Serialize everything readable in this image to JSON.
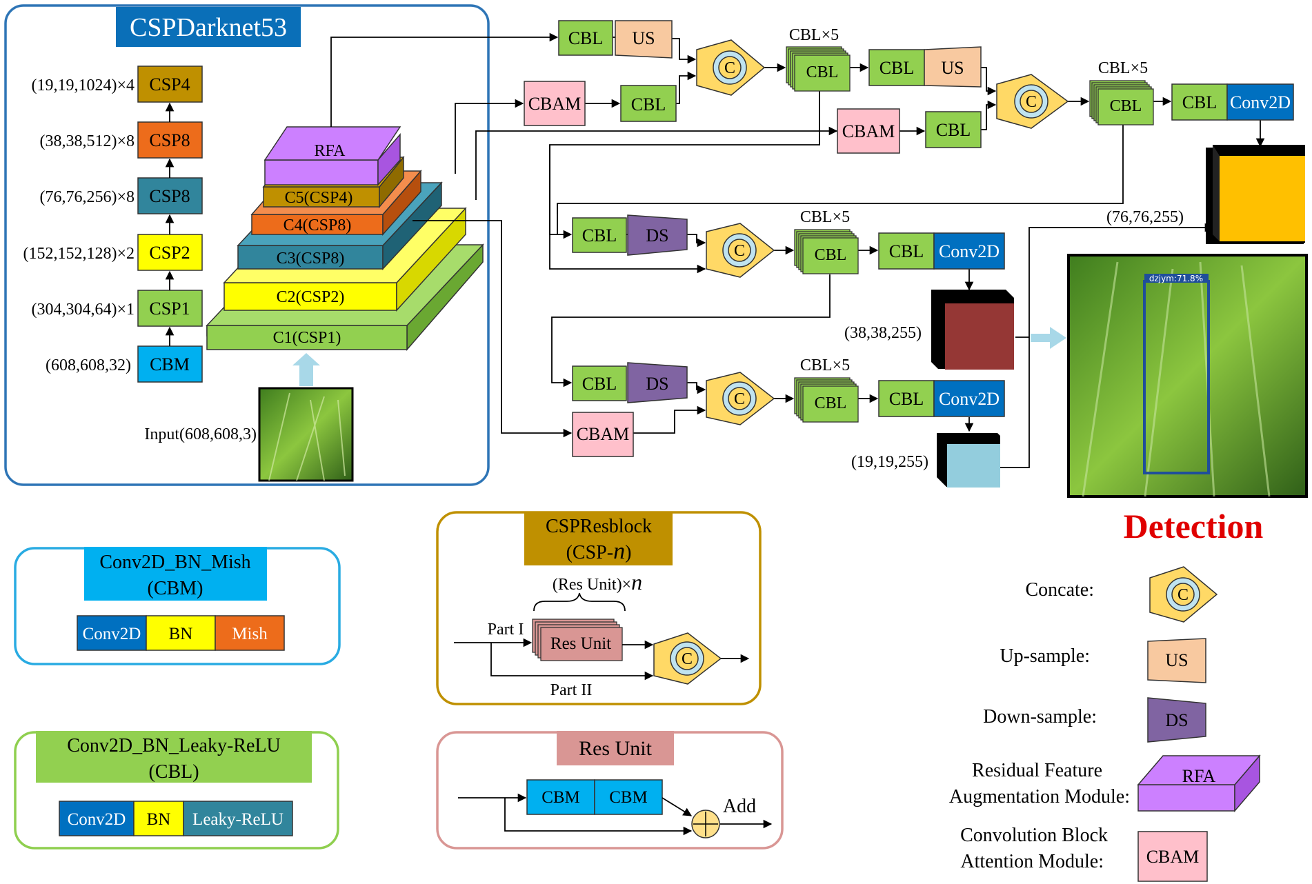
{
  "colors": {
    "cbl": "#92d050",
    "us": "#f8c9a0",
    "cbam": "#ffc0cb",
    "ds": "#8064a2",
    "conv2d": "#0070c0",
    "concat": "#ffd966",
    "concat_inner": "#bfe3f0",
    "csp4": "#bf9000",
    "csp8": "#ed6c1b",
    "csp8b": "#31859c",
    "csp2": "#ffff00",
    "cbm": "#00b0f0",
    "rfa": "#cc80ff",
    "resunit": "#d99694",
    "frame_blue": "#2e75b6",
    "frame_cbm": "#29abe2",
    "frame_cbl": "#8fcf4f",
    "frame_csp": "#bf9000",
    "frame_res": "#d99694",
    "cube76": "#ffc000",
    "cube38": "#953735",
    "cube19": "#93cddd",
    "detect_box": "#1f4e9a",
    "detection_red": "#e00000"
  },
  "backbone": {
    "title": "CSPDarknet53",
    "stack": [
      {
        "id": "csp4",
        "label": "CSP4",
        "dim": "(19,19,1024)×4"
      },
      {
        "id": "csp8a",
        "label": "CSP8",
        "dim": "(38,38,512)×8"
      },
      {
        "id": "csp8b",
        "label": "CSP8",
        "dim": "(76,76,256)×8"
      },
      {
        "id": "csp2",
        "label": "CSP2",
        "dim": "(152,152,128)×2"
      },
      {
        "id": "csp1",
        "label": "CSP1",
        "dim": "(304,304,64)×1"
      },
      {
        "id": "cbm",
        "label": "CBM",
        "dim": "(608,608,32)"
      }
    ],
    "pyramid": [
      "RFA",
      "C5(CSP4)",
      "C4(CSP8)",
      "C3(CSP8)",
      "C2(CSP2)",
      "C1(CSP1)"
    ],
    "input_label": "Input(608,608,3)"
  },
  "neck": {
    "cbl": "CBL",
    "us": "US",
    "cbam": "CBAM",
    "ds": "DS",
    "conv2d": "Conv2D",
    "concat": "C",
    "cbl_x5": "CBL×5"
  },
  "outputs": {
    "o76": "(76,76,255)",
    "o38": "(38,38,255)",
    "o19": "(19,19,255)",
    "detection": "Detection",
    "det_tag": "dzjym:71.8%"
  },
  "legend_cbm": {
    "title1": "Conv2D_BN_Mish",
    "title2": "(CBM)",
    "cells": [
      "Conv2D",
      "BN",
      "Mish"
    ]
  },
  "legend_cbl": {
    "title1": "Conv2D_BN_Leaky-ReLU",
    "title2": "(CBL)",
    "cells": [
      "Conv2D",
      "BN",
      "Leaky-ReLU"
    ]
  },
  "legend_csp": {
    "title1": "CSPResblock",
    "title2": "(CSP-",
    "title2_n": "n",
    "title2_end": ")",
    "resx": "(Res Unit)×",
    "resx_n": "n",
    "part1": "Part I",
    "part2": "Part II",
    "resunit": "Res Unit",
    "concat": "C"
  },
  "legend_res": {
    "title": "Res Unit",
    "cbm": "CBM",
    "add": "Add"
  },
  "legend_right": {
    "concate": "Concate:",
    "concat_sym": "C",
    "upsample": "Up-sample:",
    "us": "US",
    "downsample": "Down-sample:",
    "ds": "DS",
    "rfa1": "Residual Feature",
    "rfa2": "Augmentation Module:",
    "rfa": "RFA",
    "cbam1": "Convolution Block",
    "cbam2": "Attention Module:",
    "cbam": "CBAM"
  }
}
